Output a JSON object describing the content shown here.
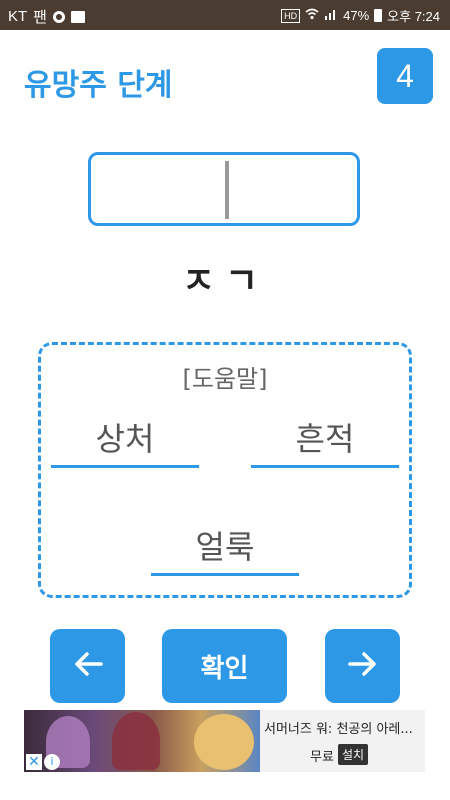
{
  "status_bar": {
    "carrier": "KT",
    "carrier_extra": "팬",
    "battery": "47%",
    "time": "오후 7:24",
    "hd": "HD"
  },
  "header": {
    "title": "유망주 단계",
    "level": "4"
  },
  "answer": {
    "value": "",
    "hint_chars": "ㅈㄱ"
  },
  "help": {
    "title": "[도움말]",
    "words": [
      "상처",
      "흔적",
      "얼룩"
    ]
  },
  "buttons": {
    "confirm": "확인",
    "prev_icon": "arrow-left-icon",
    "next_icon": "arrow-right-icon"
  },
  "ad": {
    "text": "서머너즈 워: 천공의 아레...",
    "price": "무료",
    "install": "설치"
  },
  "colors": {
    "accent": "#2d98e6",
    "status_bar": "#4a3c30"
  }
}
